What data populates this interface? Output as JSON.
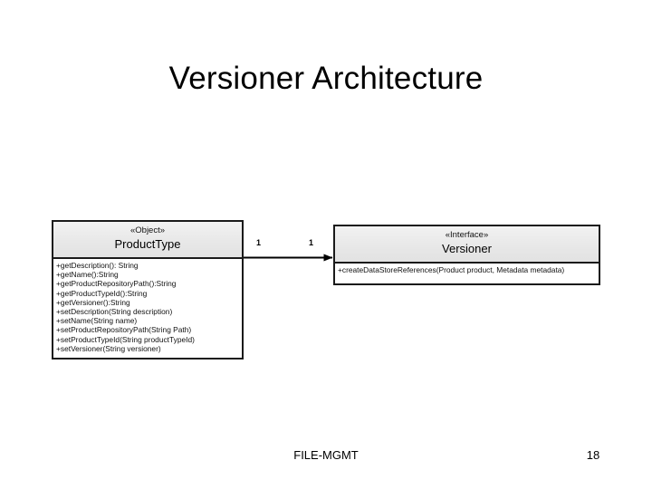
{
  "slide": {
    "title": "Versioner Architecture",
    "footer_text": "FILE-MGMT",
    "page_number": "18"
  },
  "diagram": {
    "type": "uml-class-diagram",
    "classes": [
      {
        "id": "producttype",
        "stereotype": "«Object»",
        "name": "ProductType",
        "members": [
          "+getDescription(): String",
          "+getName():String",
          "+getProductRepositoryPath():String",
          "+getProductTypeId():String",
          "+getVersioner():String",
          "+setDescription(String description)",
          "+setName(String name)",
          "+setProductRepositoryPath(String Path)",
          "+setProductTypeId(String productTypeId)",
          "+setVersioner(String versioner)"
        ]
      },
      {
        "id": "versioner",
        "stereotype": "«Interface»",
        "name": "Versioner",
        "members": [
          "+createDataStoreReferences(Product product, Metadata metadata)"
        ]
      }
    ],
    "association": {
      "source_multiplicity": "1",
      "target_multiplicity": "1",
      "arrow_style": "solid-filled-arrowhead",
      "line_color": "#000000"
    }
  }
}
